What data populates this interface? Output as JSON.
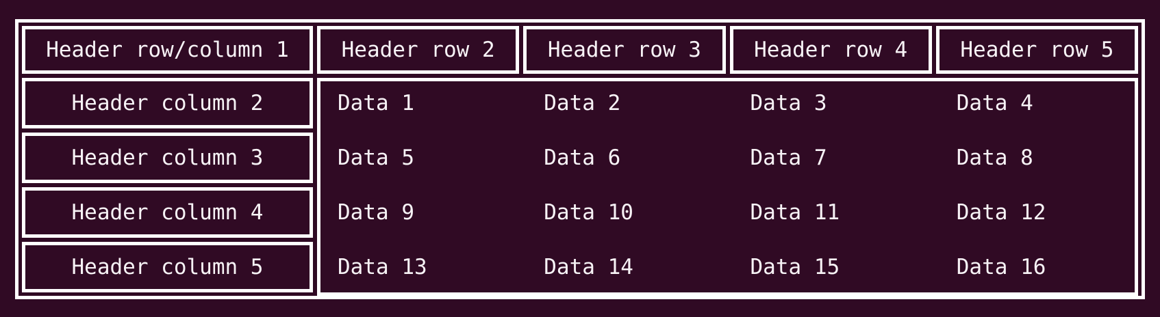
{
  "colors": {
    "background": "#300a24",
    "border": "#ffffff",
    "text": "#f7f3f6"
  },
  "table": {
    "corner_header": "Header row/column 1",
    "row_headers": [
      "Header row 2",
      "Header row 3",
      "Header row 4",
      "Header row 5"
    ],
    "column_headers": [
      "Header column 2",
      "Header column 3",
      "Header column 4",
      "Header column 5"
    ],
    "data_rows": [
      [
        "Data 1",
        "Data 2",
        "Data 3",
        "Data 4"
      ],
      [
        "Data 5",
        "Data 6",
        "Data 7",
        "Data 8"
      ],
      [
        "Data 9",
        "Data 10",
        "Data 11",
        "Data 12"
      ],
      [
        "Data 13",
        "Data 14",
        "Data 15",
        "Data 16"
      ]
    ]
  }
}
